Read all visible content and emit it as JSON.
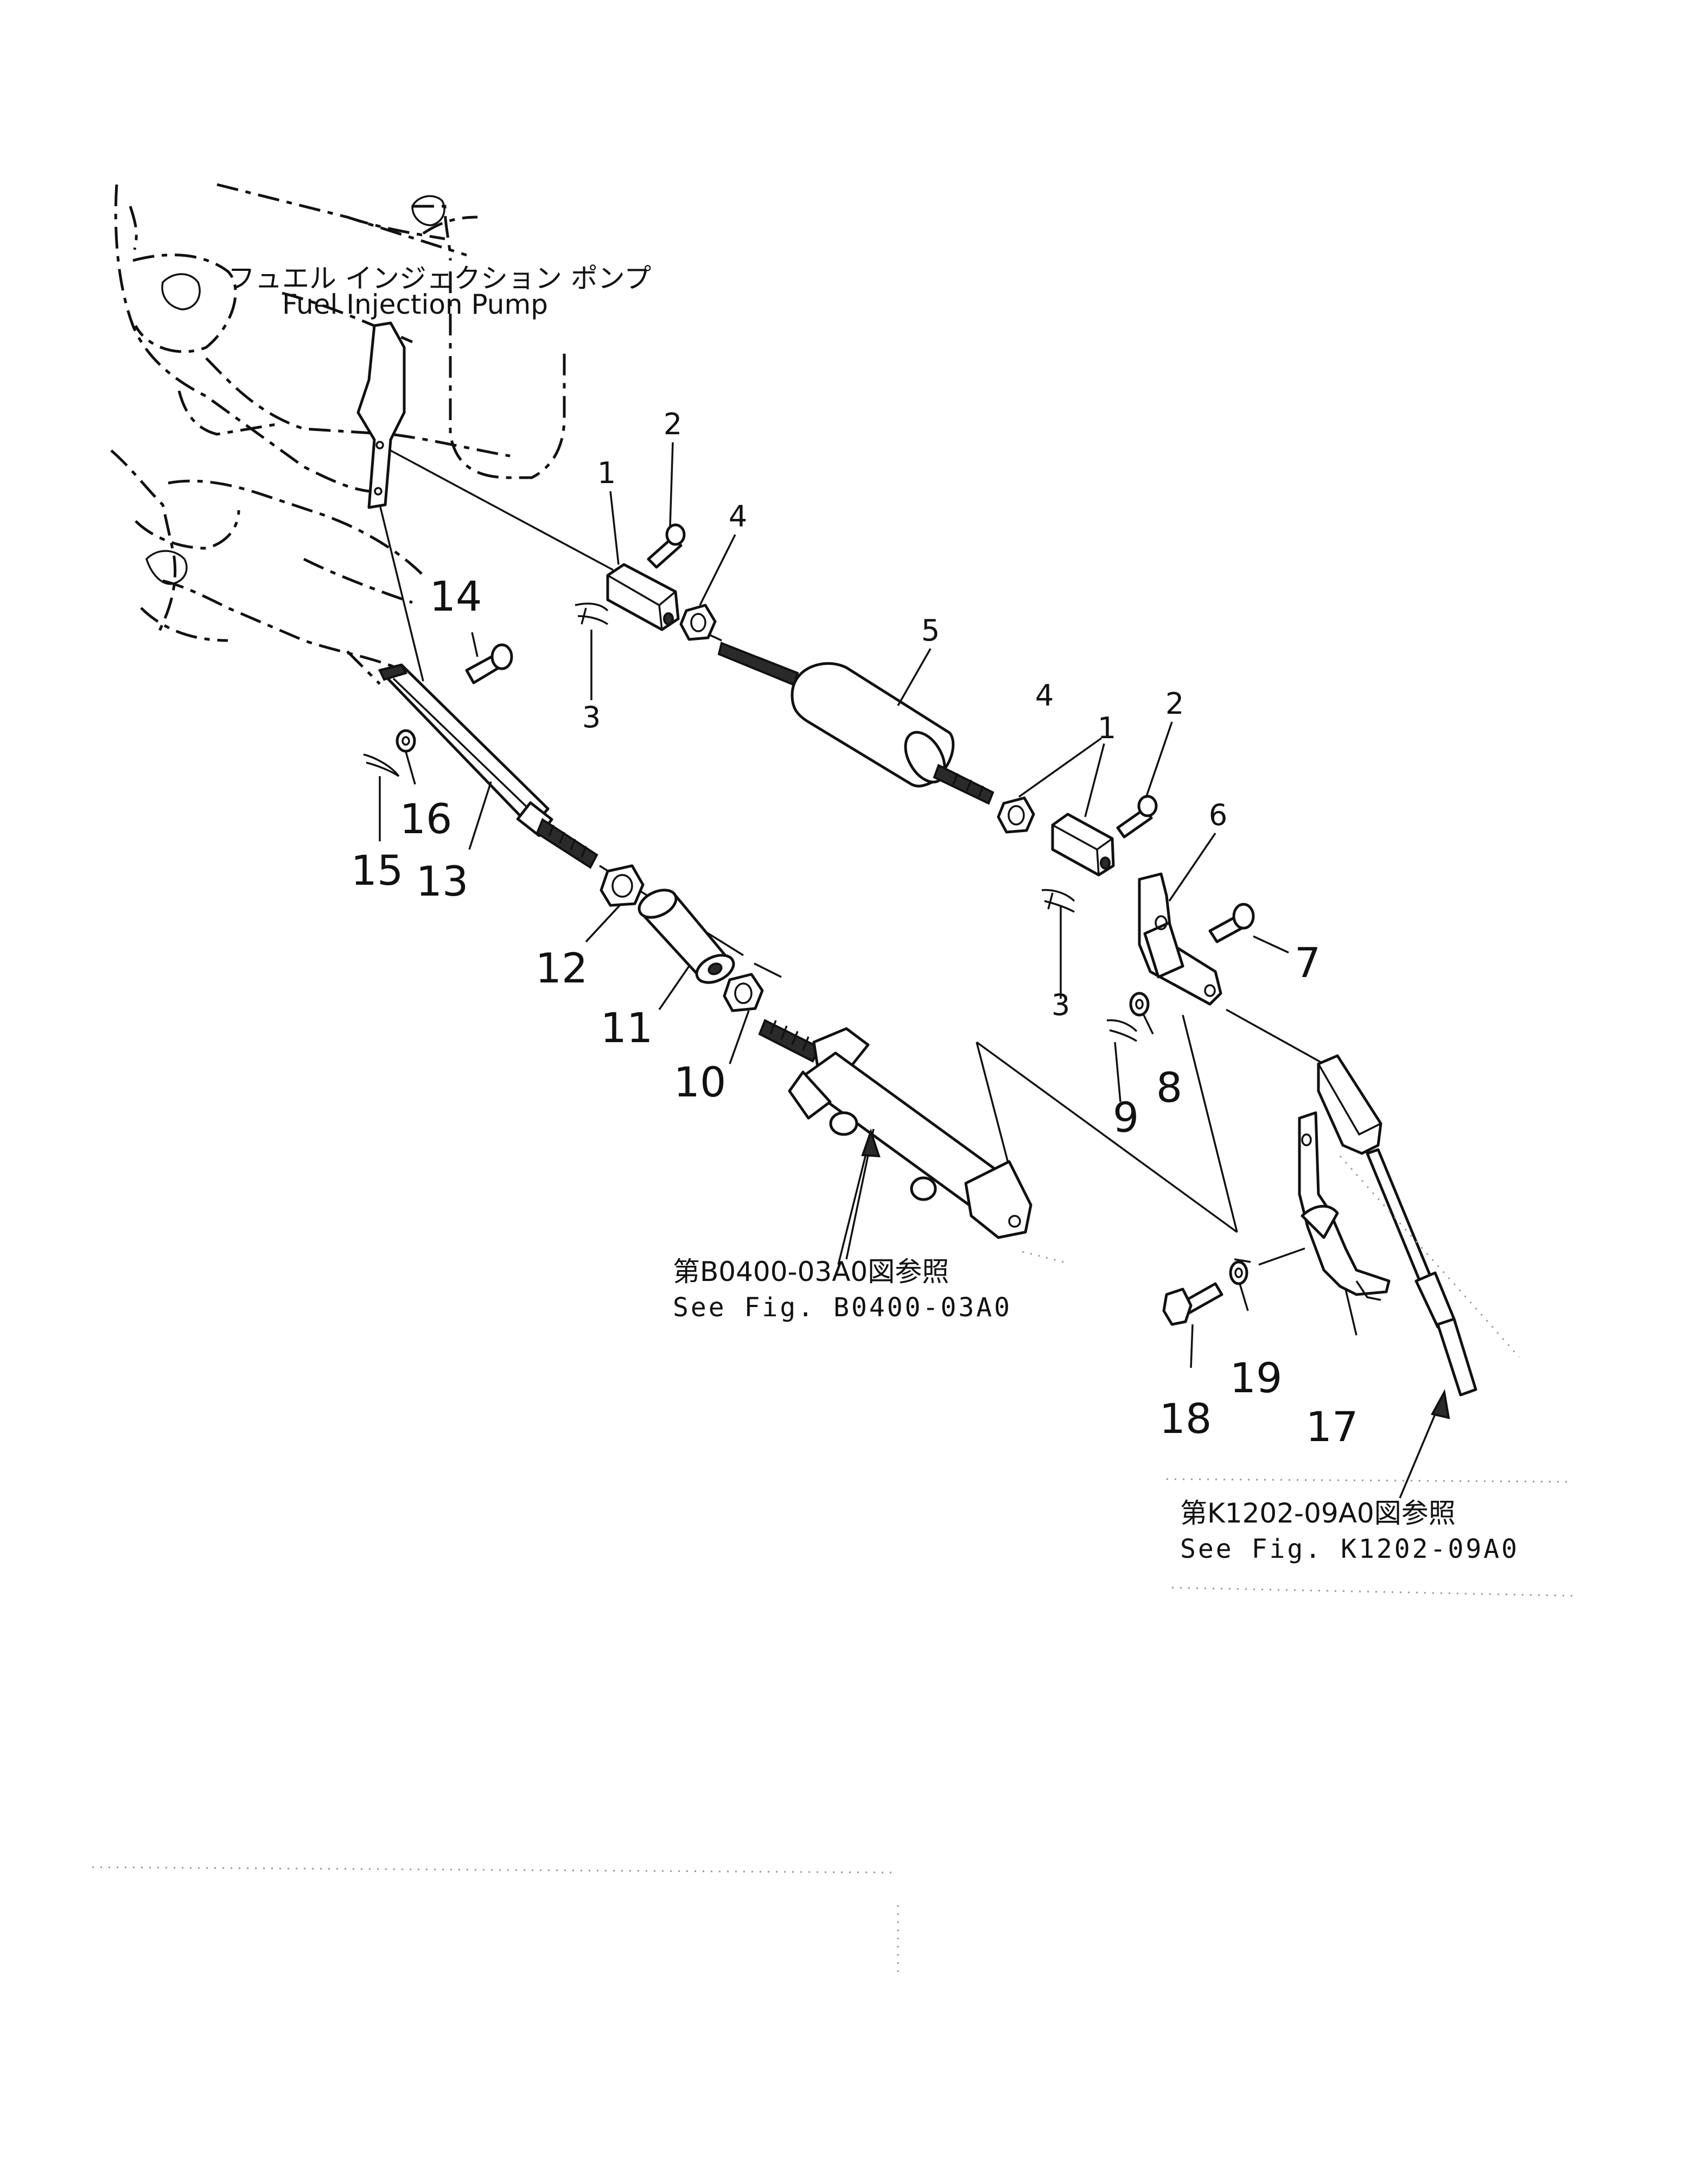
{
  "references": {
    "fuel_pump_jp": "フュエル インジェクション ポンプ",
    "fuel_pump_en": "Fuel Injection Pump",
    "cylinder_jp": "第B0400-03A0図参照",
    "cylinder_en": "See  Fig. B0400-03A0",
    "cable_jp": "第K1202-09A0図参照",
    "cable_en": "See  Fig. K1202-09A0"
  },
  "callouts": {
    "p1a": "1",
    "p1b": "1",
    "p2a": "2",
    "p2b": "2",
    "p3a": "3",
    "p3b": "3",
    "p4a": "4",
    "p4b": "4",
    "p5": "5",
    "p6": "6",
    "p7": "7",
    "p8": "8",
    "p9": "9",
    "p10": "10",
    "p11": "11",
    "p12": "12",
    "p13": "13",
    "p14": "14",
    "p15": "15",
    "p16": "16",
    "p17": "17",
    "p18": "18",
    "p19": "19"
  }
}
